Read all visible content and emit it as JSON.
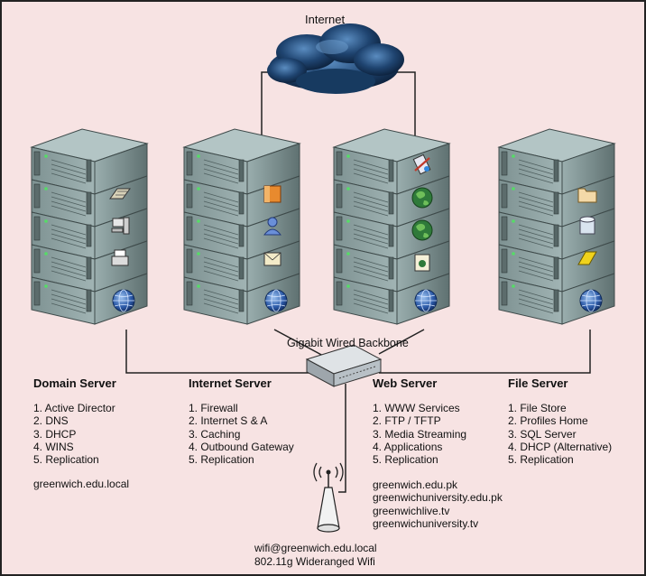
{
  "internet_label": "Internet",
  "backbone_label": "Gigabit Wired Backbone",
  "colors": {
    "background": "#f7e3e3",
    "rack_front": "#8fa3a3",
    "rack_side": "#6a7d7d",
    "rack_top": "#a9bcbc",
    "cloud": "#2a4d70",
    "globe": "#3a67b0",
    "line": "#222222"
  },
  "servers": [
    {
      "title": "Domain Server",
      "items": [
        "1. Active Director",
        "2. DNS",
        "3. DHCP",
        "4. WINS",
        "5. Replication"
      ],
      "domain": "greenwich.edu.local",
      "icons": [
        "keyboard-icon",
        "workstation-icon",
        "printer-icon"
      ]
    },
    {
      "title": "Internet Server",
      "items": [
        "1. Firewall",
        "2. Internet S & A",
        "3. Caching",
        "4. Outbound Gateway",
        "5. Replication"
      ],
      "icons": [
        "firewall-icon",
        "user-icon",
        "mail-icon"
      ]
    },
    {
      "title": "Web Server",
      "items": [
        "1. WWW Services",
        "2. FTP / TFTP",
        "3. Media Streaming",
        "4. Applications",
        "5. Replication"
      ],
      "domains": [
        "greenwich.edu.pk",
        "greenwichuniversity.edu.pk",
        "greenwichlive.tv",
        "greenwichuniversity.tv"
      ],
      "icons": [
        "tools-icon",
        "globe-icon",
        "web-globe-icon",
        "web-page-icon"
      ]
    },
    {
      "title": "File Server",
      "items": [
        "1. File Store",
        "2. Profiles Home",
        "3. SQL Server",
        "4. DHCP (Alternative)",
        "5. Replication"
      ],
      "icons": [
        "folder-icon",
        "database-icon",
        "document-icon"
      ]
    }
  ],
  "wifi": {
    "address": "wifi@greenwich.edu.local",
    "description": "802.11g Wideranged Wifi"
  }
}
